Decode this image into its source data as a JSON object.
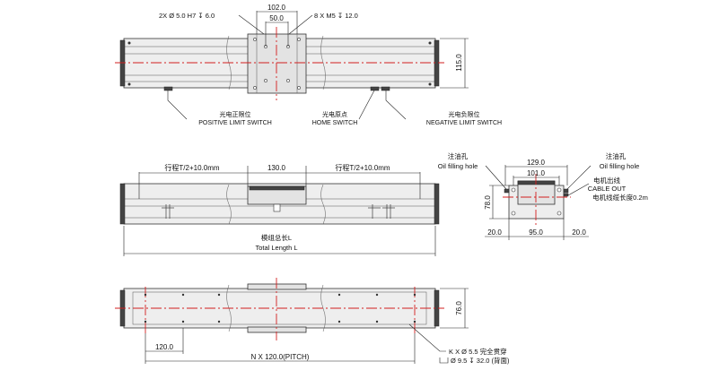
{
  "top_view": {
    "dim_top_width": "102.0",
    "dim_inner_width": "50.0",
    "note_pin_holes": "2X Ø 5.0 H7 ↧ 6.0",
    "note_screw_holes": "8 X  M5 ↧ 12.0",
    "dim_height": "115.0",
    "label_positive_cn": "光电正限位",
    "label_positive_en": "POSITIVE LIMIT SWITCH",
    "label_home_cn": "光电原点",
    "label_home_en": "HOME SWITCH",
    "label_negative_cn": "光电负限位",
    "label_negative_en": "NEGATIVE LIMIT SWITCH"
  },
  "side_view": {
    "stroke_left": "行程T/2+10.0mm",
    "carriage_length": "130.0",
    "stroke_right": "行程T/2+10.0mm",
    "total_length_cn": "模组总长L",
    "total_length_en": "Total Length L"
  },
  "end_view": {
    "oil_hole_cn_left": "注油孔",
    "oil_hole_en_left": "Oil filling hole",
    "oil_hole_cn_right": "注油孔",
    "oil_hole_en_right": "Oil filling hole",
    "dim_outer_width": "129.0",
    "dim_inner_width": "101.0",
    "dim_height": "78.0",
    "dim_left": "20.0",
    "dim_middle": "95.0",
    "dim_right": "20.0",
    "cable_cn": "电机出线",
    "cable_en": "CABLE OUT",
    "cable_length": "电机线缆长度0.2m"
  },
  "bottom_view": {
    "dim_height": "76.0",
    "dim_pitch_first": "120.0",
    "dim_pitch_total": "N X 120.0(PITCH)",
    "note_through_holes": "K X Ø 5.5 完全贯穿",
    "note_counterbore": "Ø 9.5 ↧ 32.0 (背面)"
  }
}
